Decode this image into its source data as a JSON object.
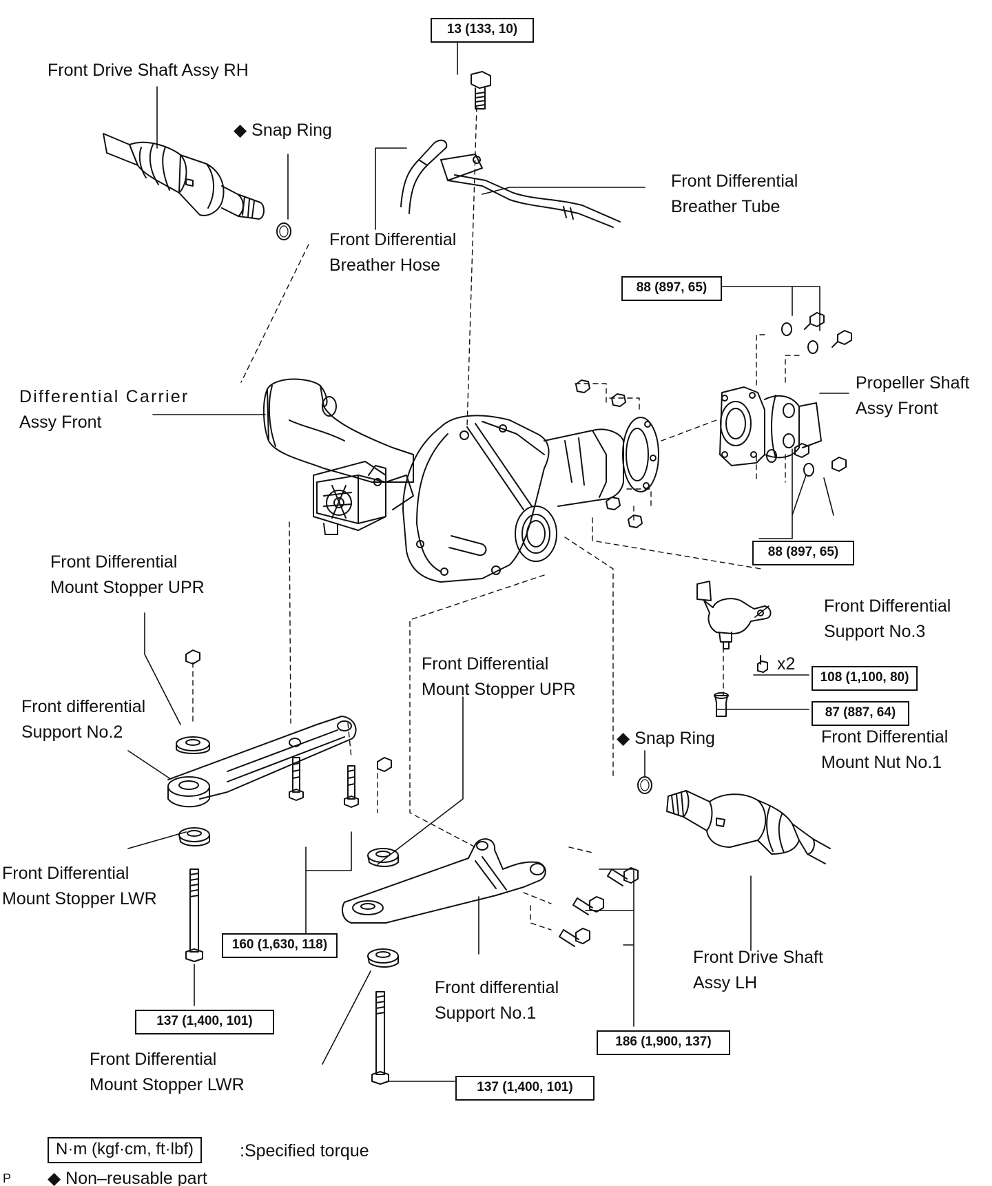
{
  "labels": {
    "front_drive_shaft_rh": "Front Drive Shaft Assy RH",
    "snap_ring_top": "◆ Snap Ring",
    "breather_tube": [
      "Front Differential",
      "Breather Tube"
    ],
    "breather_hose": [
      "Front Differential",
      "Breather Hose"
    ],
    "differential_carrier": [
      "Differential  Carrier",
      "Assy Front"
    ],
    "propeller_shaft": [
      "Propeller Shaft",
      "Assy Front"
    ],
    "mount_stopper_upr_left": [
      "Front Differential",
      "Mount Stopper UPR"
    ],
    "support_no3": [
      "Front Differential",
      "Support No.3"
    ],
    "support_no2": [
      "Front differential",
      "Support No.2"
    ],
    "mount_stopper_upr_center": [
      "Front Differential",
      "Mount Stopper UPR"
    ],
    "snap_ring_bottom": "◆ Snap Ring",
    "mount_nut_no1": [
      "Front Differential",
      "Mount Nut No.1"
    ],
    "mount_stopper_lwr_left": [
      "Front Differential",
      "Mount Stopper LWR"
    ],
    "front_drive_shaft_lh": [
      "Front Drive Shaft",
      "Assy LH"
    ],
    "support_no1": [
      "Front differential",
      "Support No.1"
    ],
    "mount_stopper_lwr_bottom": [
      "Front Differential",
      "Mount Stopper LWR"
    ],
    "x2": "x2"
  },
  "torques": {
    "breather_bolt": "13 (133, 10)",
    "propeller_upper": "88 (897, 65)",
    "propeller_lower": "88 (897, 65)",
    "support3_bolt": "108 (1,100, 80)",
    "mount_nut": "87 (887, 64)",
    "support2_bolts": "160 (1,630, 118)",
    "lwr_bolt_left": "137 (1,400, 101)",
    "support1_bolts": "186 (1,900, 137)",
    "lwr_bolt_bottom": "137 (1,400, 101)"
  },
  "legend": {
    "unit_box": "N·m (kgf·cm, ft·lbf)",
    "unit_text": ":Specified torque",
    "nonreusable": "◆ Non–reusable part",
    "page_marker": "P"
  }
}
